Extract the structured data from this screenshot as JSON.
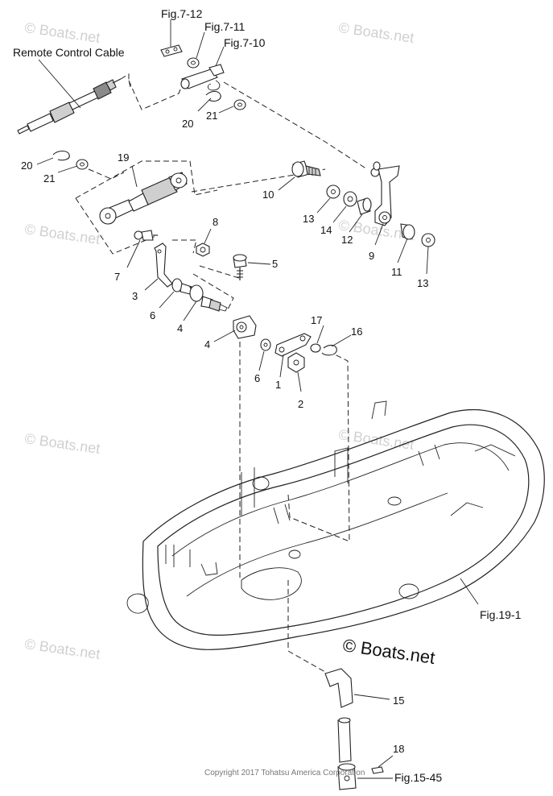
{
  "diagram": {
    "watermark": "© Boats.net",
    "copyright": "Copyright 2017 Tohatsu America Corporation",
    "callouts": {
      "remote_control_cable": "Remote Control Cable",
      "fig_7_12": "Fig.7-12",
      "fig_7_11": "Fig.7-11",
      "fig_7_10": "Fig.7-10",
      "fig_19_1": "Fig.19-1",
      "fig_15_45": "Fig.15-45"
    },
    "part_numbers": {
      "p20a": "20",
      "p21a": "21",
      "p20b": "20",
      "p21b": "21",
      "p19": "19",
      "p10": "10",
      "p13a": "13",
      "p14": "14",
      "p12": "12",
      "p9": "9",
      "p11": "11",
      "p13b": "13",
      "p8": "8",
      "p5": "5",
      "p7": "7",
      "p3": "3",
      "p6a": "6",
      "p4a": "4",
      "p4b": "4",
      "p6b": "6",
      "p1": "1",
      "p2": "2",
      "p17": "17",
      "p16": "16",
      "p15": "15",
      "p18": "18"
    }
  }
}
